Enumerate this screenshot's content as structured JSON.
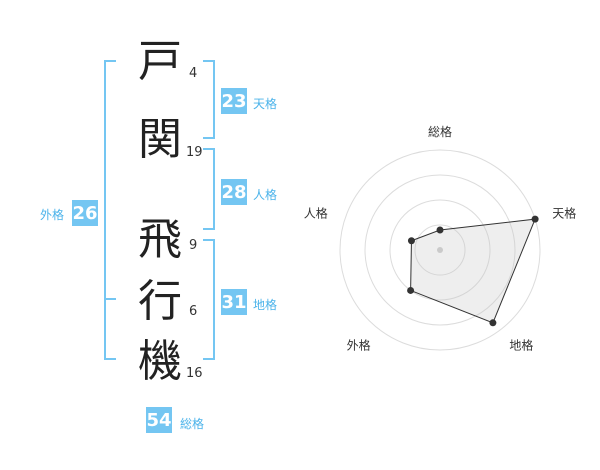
{
  "name": {
    "chars": [
      {
        "char": "戸",
        "strokes": "4"
      },
      {
        "char": "関",
        "strokes": "19"
      },
      {
        "char": "飛",
        "strokes": "9"
      },
      {
        "char": "行",
        "strokes": "6"
      },
      {
        "char": "機",
        "strokes": "16"
      }
    ]
  },
  "fortune": {
    "tenkaku": {
      "value": "23",
      "label": "天格"
    },
    "jinkaku": {
      "value": "28",
      "label": "人格"
    },
    "chikaku": {
      "value": "31",
      "label": "地格"
    },
    "gaikaku": {
      "value": "26",
      "label": "外格"
    },
    "soukaku": {
      "value": "54",
      "label": "総格"
    }
  },
  "colors": {
    "accent": "#74c6f2",
    "accent_text": "#4bb3ea"
  },
  "chart_data": {
    "type": "radar",
    "axes": [
      "総格",
      "天格",
      "地格",
      "外格",
      "人格"
    ],
    "values": [
      0.2,
      1.0,
      0.9,
      0.5,
      0.3
    ],
    "rings": 4,
    "grid": true
  }
}
